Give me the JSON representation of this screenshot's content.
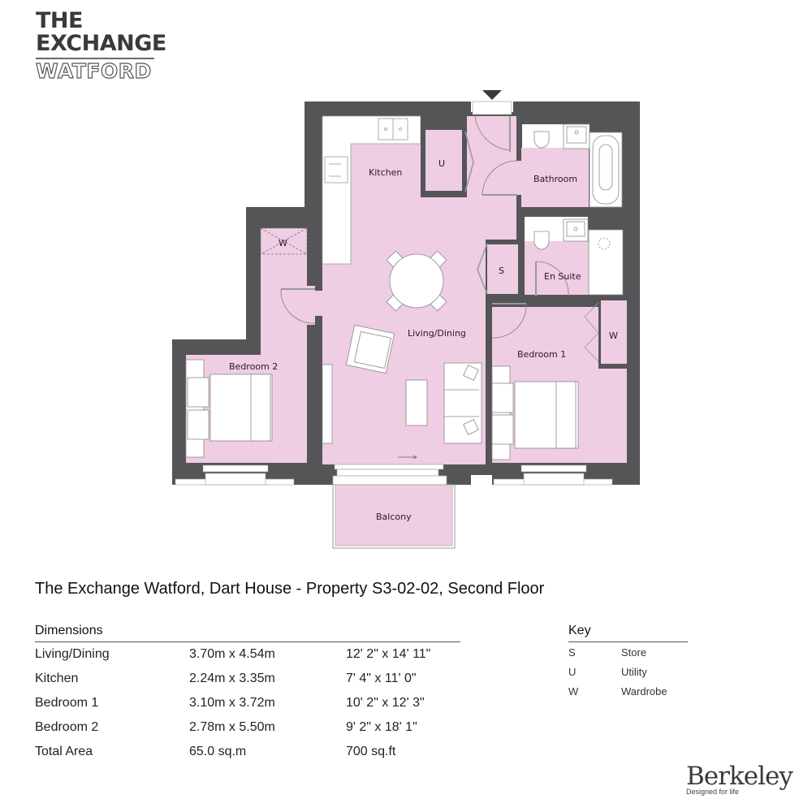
{
  "logo": {
    "line1": "THE",
    "line2": "EXCHANGE",
    "line3": "WATFORD"
  },
  "plan": {
    "colors": {
      "wall": "#555557",
      "floor": "#efcde3",
      "fixture": "#ffffff",
      "outline": "#8a8a8a"
    },
    "entrance_marker": "down-triangle",
    "rooms": {
      "kitchen": "Kitchen",
      "utility": "U",
      "bathroom": "Bathroom",
      "wardrobe_bed2": "W",
      "store": "S",
      "en_suite": "En Suite",
      "living_dining": "Living/Dining",
      "bedroom1": "Bedroom 1",
      "wardrobe_bed1": "W",
      "bedroom2": "Bedroom 2",
      "balcony": "Balcony"
    }
  },
  "title": "The Exchange Watford, Dart House - Property S3-02-02, Second Floor",
  "dimensions": {
    "header": "Dimensions",
    "rows": [
      {
        "room": "Living/Dining",
        "metric": "3.70m x 4.54m",
        "imperial": "12' 2\" x 14' 11\""
      },
      {
        "room": "Kitchen",
        "metric": "2.24m x 3.35m",
        "imperial": "7' 4\" x 11' 0\""
      },
      {
        "room": "Bedroom 1",
        "metric": "3.10m x 3.72m",
        "imperial": "10' 2\" x 12' 3\""
      },
      {
        "room": "Bedroom 2",
        "metric": "2.78m x 5.50m",
        "imperial": "9' 2\" x 18' 1\""
      },
      {
        "room": "Total Area",
        "metric": "65.0 sq.m",
        "imperial": "700 sq.ft"
      }
    ]
  },
  "key": {
    "header": "Key",
    "items": [
      {
        "code": "S",
        "label": "Store"
      },
      {
        "code": "U",
        "label": "Utility"
      },
      {
        "code": "W",
        "label": "Wardrobe"
      }
    ]
  },
  "brand": {
    "name": "Berkeley",
    "tagline": "Designed for life"
  }
}
